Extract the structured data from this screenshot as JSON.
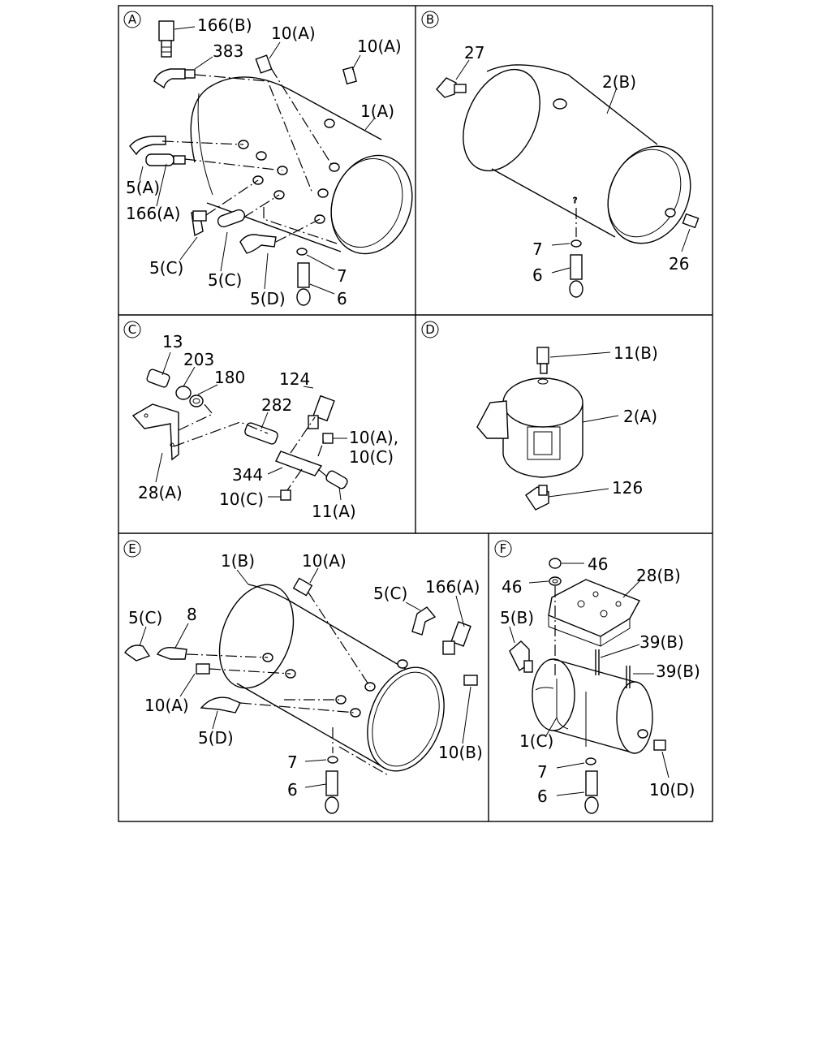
{
  "panels": {
    "A": {
      "badge": "A",
      "labels": [
        "166(B)",
        "383",
        "10(A)",
        "10(A)",
        "1(A)",
        "5(A)",
        "166(A)",
        "5(C)",
        "5(C)",
        "5(D)",
        "7",
        "6"
      ]
    },
    "B": {
      "badge": "B",
      "labels": [
        "27",
        "2(B)",
        "7",
        "6",
        "26"
      ]
    },
    "C": {
      "badge": "C",
      "labels": [
        "13",
        "203",
        "180",
        "124",
        "282",
        "10(A),",
        "10(C)",
        "344",
        "28(A)",
        "10(C)",
        "11(A)"
      ]
    },
    "D": {
      "badge": "D",
      "labels": [
        "11(B)",
        "2(A)",
        "126"
      ]
    },
    "E": {
      "badge": "E",
      "labels": [
        "1(B)",
        "10(A)",
        "5(C)",
        "166(A)",
        "5(C)",
        "8",
        "10(A)",
        "5(D)",
        "7",
        "6",
        "10(B)"
      ]
    },
    "F": {
      "badge": "F",
      "labels": [
        "46",
        "46",
        "28(B)",
        "5(B)",
        "39(B)",
        "39(B)",
        "1(C)",
        "7",
        "6",
        "10(D)"
      ]
    }
  }
}
